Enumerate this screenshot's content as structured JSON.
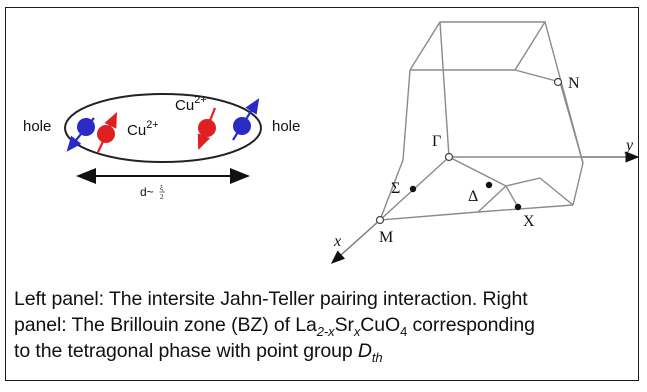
{
  "colors": {
    "red": "#e02020",
    "blue": "#2a2ac8",
    "line": "#8a8a8a",
    "dark": "#222222"
  },
  "left_panel": {
    "hole_left": "hole",
    "hole_right": "hole",
    "cu_label_1": "Cu",
    "cu_label_2": "Cu",
    "cu_charge": "2+",
    "distance_label": "d~",
    "xi_num": "ξ",
    "xi_den": "2"
  },
  "right_panel": {
    "gamma": "Γ",
    "sigma": "Σ",
    "delta": "Δ",
    "point_n": "N",
    "point_m": "M",
    "point_x": "X",
    "axis_x": "x",
    "axis_y": "y"
  },
  "caption": {
    "part1": "Left panel: The intersite Jahn-Teller pairing interaction. Right",
    "part2": "panel: The Brillouin zone (BZ) of La",
    "sub1": "2-x",
    "part3": "Sr",
    "sub2": "x",
    "part4": "CuO",
    "sub3": "4",
    "part5": " corresponding",
    "part6": "to the tetragonal phase with point group ",
    "group": "D",
    "group_sub": "th"
  }
}
